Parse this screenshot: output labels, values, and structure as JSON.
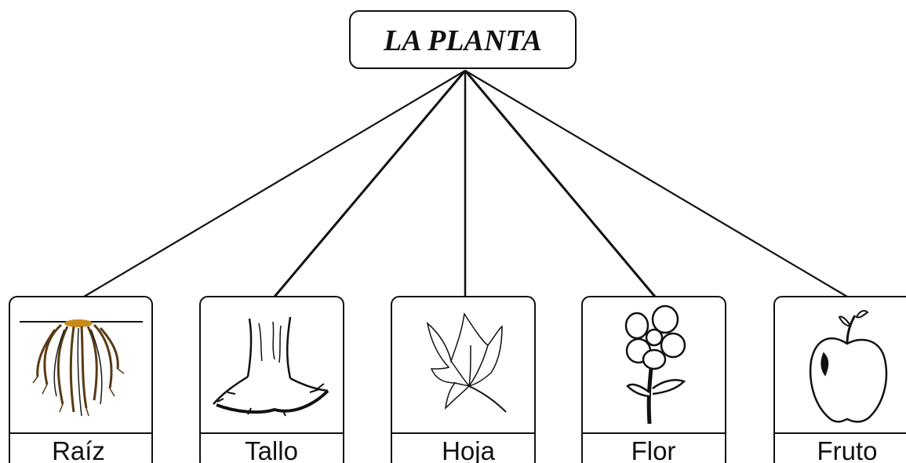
{
  "diagram": {
    "root": {
      "label": "LA PLANTA"
    },
    "children": [
      {
        "label": "Raíz",
        "icon": "roots-icon"
      },
      {
        "label": "Tallo",
        "icon": "trunk-icon"
      },
      {
        "label": "Hoja",
        "icon": "leaf-icon"
      },
      {
        "label": "Flor",
        "icon": "flower-icon"
      },
      {
        "label": "Fruto",
        "icon": "apple-icon"
      }
    ]
  }
}
